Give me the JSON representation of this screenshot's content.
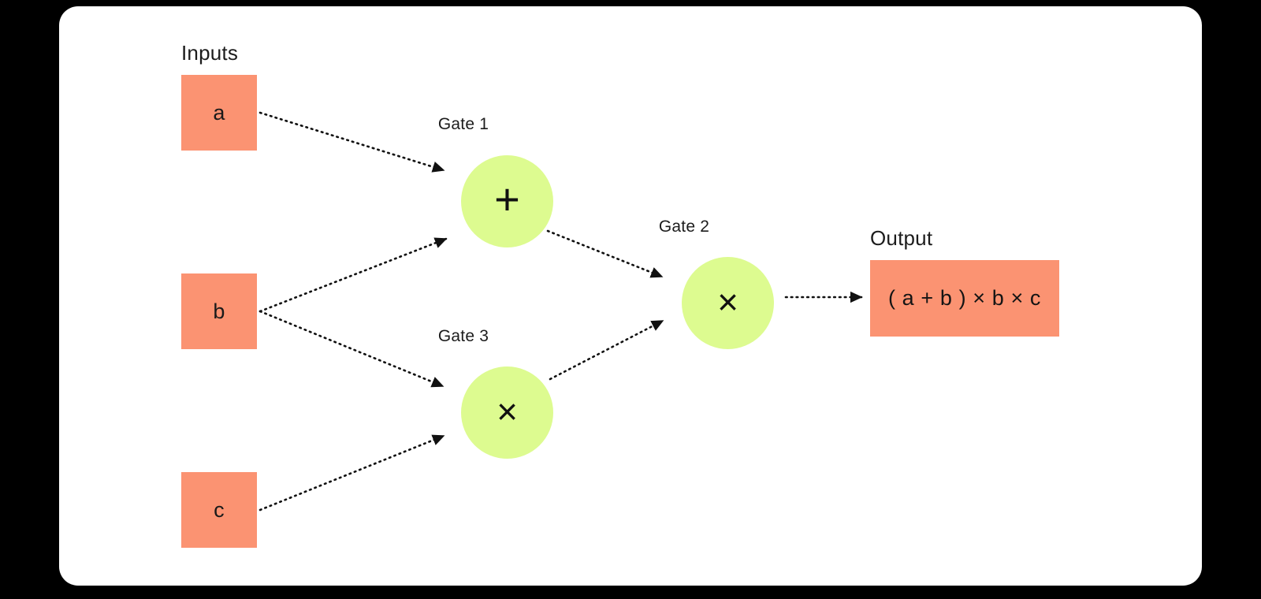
{
  "diagram": {
    "title": "Arithmetic gate circuit diagram",
    "colors": {
      "canvas_background": "#ffffff",
      "page_background": "#000000",
      "input_fill": "#FB9372",
      "output_fill": "#FB9372",
      "gate_fill": "#DDFB90",
      "edge_color": "#111111",
      "text_color": "#1c1c1c"
    },
    "labels": {
      "inputs": "Inputs",
      "output": "Output"
    },
    "inputs": [
      {
        "id": "a",
        "label": "a"
      },
      {
        "id": "b",
        "label": "b"
      },
      {
        "id": "c",
        "label": "c"
      }
    ],
    "gates": [
      {
        "id": "gate1",
        "label": "Gate 1",
        "operation": "plus",
        "glyph": "+"
      },
      {
        "id": "gate2",
        "label": "Gate 2",
        "operation": "times",
        "glyph": "×"
      },
      {
        "id": "gate3",
        "label": "Gate 3",
        "operation": "times",
        "glyph": "×"
      }
    ],
    "output": {
      "expression": "( a + b ) × b × c"
    },
    "edges": [
      {
        "from": "a",
        "to": "gate1"
      },
      {
        "from": "b",
        "to": "gate1"
      },
      {
        "from": "b",
        "to": "gate3"
      },
      {
        "from": "c",
        "to": "gate3"
      },
      {
        "from": "gate1",
        "to": "gate2"
      },
      {
        "from": "gate3",
        "to": "gate2"
      },
      {
        "from": "gate2",
        "to": "output"
      }
    ]
  }
}
